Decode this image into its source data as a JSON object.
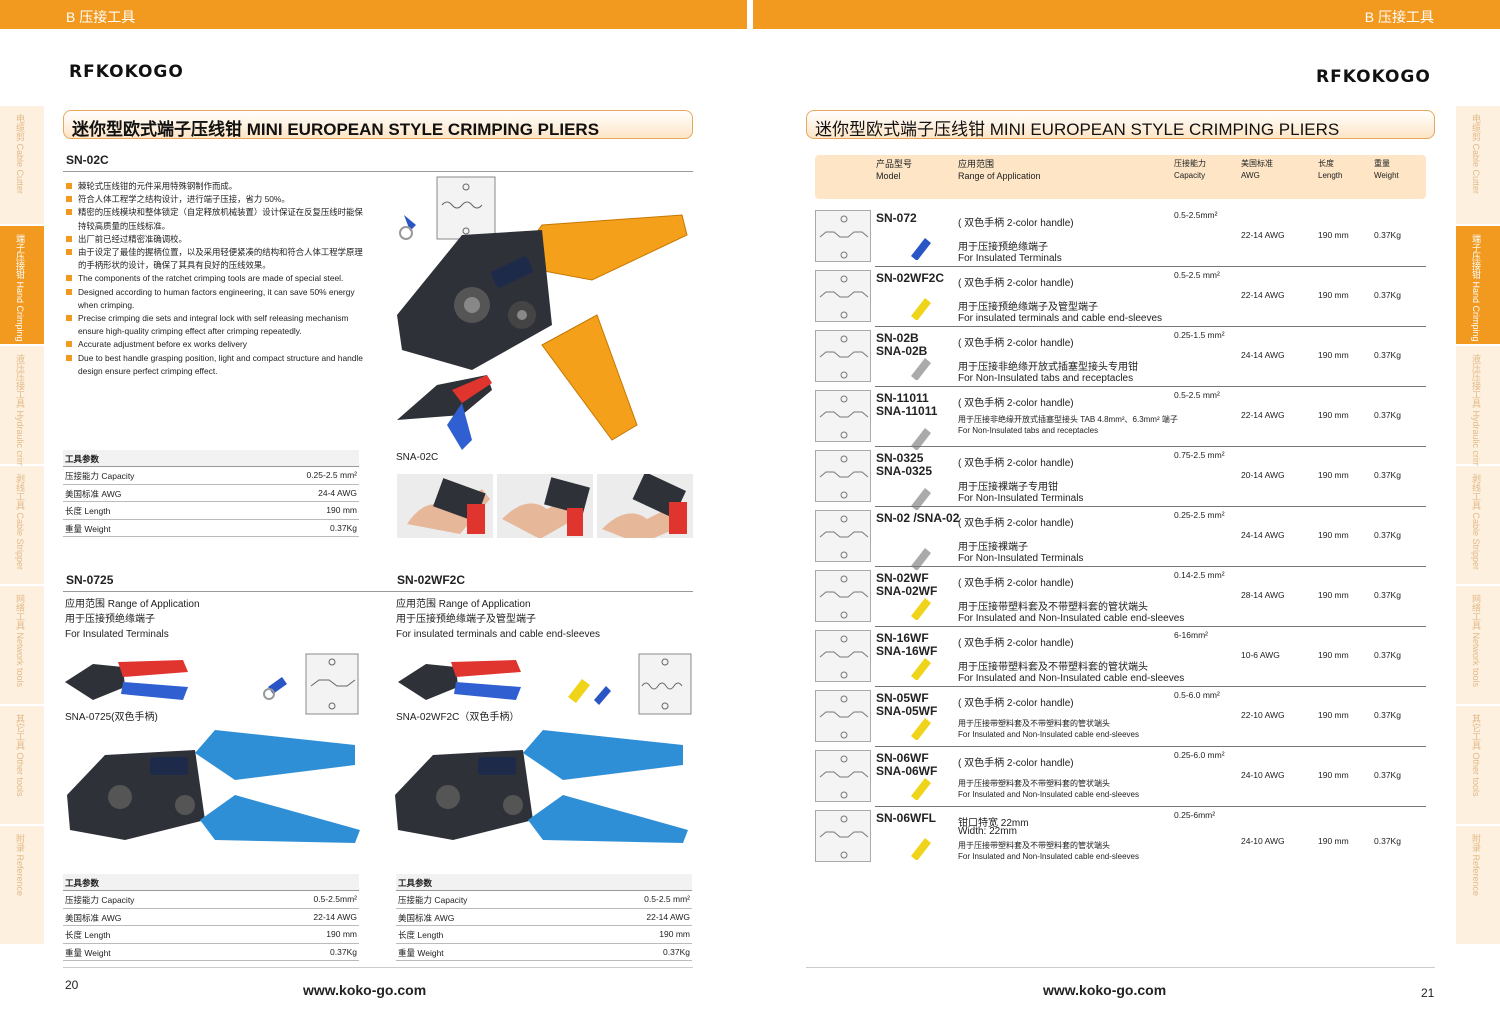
{
  "header": {
    "left_tab": "B 压接工具",
    "right_tab": "B 压接工具"
  },
  "brand": {
    "logo_text": "RFKOKOGO"
  },
  "sidebar": {
    "left": [
      {
        "label": "电缆剪 Cable Cutter"
      },
      {
        "label": "端子压接钳 Hand Crimping Tools"
      },
      {
        "label": "液压压接工具 Hydraulic crimping tools"
      },
      {
        "label": "剥线工具 Cable Stripper"
      },
      {
        "label": "网络工具 Network tools"
      },
      {
        "label": "其它工具 Other tools"
      },
      {
        "label": "附录 Reference"
      }
    ]
  },
  "left_page": {
    "title_cn": "迷你型欧式端子压线钳",
    "title_en": "MINI EUROPEAN STYLE CRIMPING PLIERS",
    "sn02c": {
      "model": "SN-02C",
      "features": [
        "棘轮式压线钳的元件采用特殊钢制作而成。",
        "符合人体工程学之结构设计，进行端子压接，省力 50%。",
        "精密的压线模块和整体锁定（自定释放机械装置）设计保证在反复压线时能保持较高质量的压线标准。",
        "出厂前已经过精密准确调校。",
        "由于设定了最佳的握柄位置，以及采用轻便紧凑的结构和符合人体工程学原理的手柄形状的设计，确保了其具有良好的压线效果。",
        "The components of the ratchet crimping tools are made of special steel.",
        "Designed according to human factors engineering, it can save 50% energy when crimping.",
        "Precise crimping die sets and integral lock with self releasing mechanism ensure high-quality crimping effect after crimping repeatedly.",
        "Accurate adjustment before ex works delivery",
        "Due to best handle grasping position, light and compact structure and handle design ensure perfect crimping effect."
      ],
      "spec_header": "工具参数",
      "specs": [
        {
          "k": "压接能力 Capacity",
          "v": "0.25-2.5 mm²"
        },
        {
          "k": "美国标准 AWG",
          "v": "24-4 AWG"
        },
        {
          "k": "长度 Length",
          "v": "190 mm"
        },
        {
          "k": "重量 Weight",
          "v": "0.37Kg"
        }
      ],
      "caption": "SNA-02C"
    },
    "sn0725": {
      "model": "SN-0725",
      "app_title": "应用范围 Range of Application",
      "app_cn": "用于压接预绝缘端子",
      "app_en": "For Insulated Terminals",
      "caption": "SNA-0725(双色手柄)",
      "spec_header": "工具参数",
      "specs": [
        {
          "k": "压接能力 Capacity",
          "v": "0.5-2.5mm²"
        },
        {
          "k": "美国标准 AWG",
          "v": "22-14 AWG"
        },
        {
          "k": "长度 Length",
          "v": "190 mm"
        },
        {
          "k": "重量 Weight",
          "v": "0.37Kg"
        }
      ]
    },
    "sn02wf2c": {
      "model": "SN-02WF2C",
      "app_title": "应用范围 Range of Application",
      "app_cn": "用于压接预绝缘端子及管型端子",
      "app_en": "For insulated terminals and cable end-sleeves",
      "caption": "SNA-02WF2C（双色手柄）",
      "spec_header": "工具参数",
      "specs": [
        {
          "k": "压接能力 Capacity",
          "v": "0.5-2.5 mm²"
        },
        {
          "k": "美国标准 AWG",
          "v": "22-14 AWG"
        },
        {
          "k": "长度 Length",
          "v": "190 mm"
        },
        {
          "k": "重量 Weight",
          "v": "0.37Kg"
        }
      ]
    },
    "footer_url": "www.koko-go.com",
    "page_number": "20"
  },
  "right_page": {
    "title_cn": "迷你型欧式端子压线钳",
    "title_en": "MINI EUROPEAN STYLE CRIMPING PLIERS",
    "table_header": {
      "model": "产品型号\nModel",
      "range": "应用范围\nRange of Application",
      "capacity": "压接能力\nCapacity",
      "awg": "美国标准\nAWG",
      "length": "长度\nLength",
      "weight": "重量\nWeight"
    },
    "rows": [
      {
        "model": "SN-072",
        "handle": "( 双色手柄 2-color handle)",
        "zh": "用于压接预绝缘端子",
        "en": "For Insulated Terminals",
        "cap": "0.5-2.5mm²",
        "awg": "22-14 AWG",
        "len": "190 mm",
        "wt": "0.37Kg"
      },
      {
        "model": "SN-02WF2C",
        "handle": "( 双色手柄 2-color handle)",
        "zh": "用于压接预绝缘端子及管型端子",
        "en": "For insulated terminals and cable end-sleeves",
        "cap": "0.5-2.5 mm²",
        "awg": "22-14 AWG",
        "len": "190 mm",
        "wt": "0.37Kg"
      },
      {
        "model": "SN-02B\nSNA-02B",
        "handle": "( 双色手柄 2-color handle)",
        "zh": "用于压接非绝缘开放式插塞型接头专用钳",
        "en": "For Non-Insulated tabs and receptacles",
        "cap": "0.25-1.5 mm²",
        "awg": "24-14 AWG",
        "len": "190 mm",
        "wt": "0.37Kg"
      },
      {
        "model": "SN-11011\nSNA-11011",
        "handle": "( 双色手柄 2-color handle)",
        "zh": "用于压接非绝缘开放式插塞型接头 TAB 4.8mm²、6.3mm² 端子",
        "en": "For Non-Insulated tabs and receptacles",
        "cap": "0.5-2.5 mm²",
        "awg": "22-14 AWG",
        "len": "190 mm",
        "wt": "0.37Kg"
      },
      {
        "model": "SN-0325\nSNA-0325",
        "handle": "( 双色手柄 2-color handle)",
        "zh": "用于压接裸端子专用钳",
        "en": "For Non-Insulated Terminals",
        "cap": "0.75-2.5 mm²",
        "awg": "20-14 AWG",
        "len": "190 mm",
        "wt": "0.37Kg"
      },
      {
        "model": "SN-02 /SNA-02",
        "handle": "( 双色手柄 2-color handle)",
        "zh": "用于压接裸端子",
        "en": "For Non-Insulated Terminals",
        "cap": "0.25-2.5 mm²",
        "awg": "24-14 AWG",
        "len": "190 mm",
        "wt": "0.37Kg"
      },
      {
        "model": "SN-02WF\nSNA-02WF",
        "handle": "( 双色手柄 2-color handle)",
        "zh": "用于压接带塑料套及不带塑料套的管状端头",
        "en": "For Insulated and Non-Insulated cable end-sleeves",
        "cap": "0.14-2.5 mm²",
        "awg": "28-14 AWG",
        "len": "190 mm",
        "wt": "0.37Kg"
      },
      {
        "model": "SN-16WF\nSNA-16WF",
        "handle": "( 双色手柄 2-color handle)",
        "zh": "用于压接带塑料套及不带塑料套的管状端头",
        "en": "For Insulated and Non-Insulated cable end-sleeves",
        "cap": "6-16mm²",
        "awg": "10-6 AWG",
        "len": "190 mm",
        "wt": "0.37Kg"
      },
      {
        "model": "SN-05WF\nSNA-05WF",
        "handle": "( 双色手柄 2-color handle)",
        "zh": "用于压接带塑料套及不带塑料套的管状端头",
        "en": "For Insulated and Non-Insulated cable end-sleeves",
        "cap": "0.5-6.0 mm²",
        "awg": "22-10 AWG",
        "len": "190 mm",
        "wt": "0.37Kg"
      },
      {
        "model": "SN-06WF\nSNA-06WF",
        "handle": "( 双色手柄 2-color handle)",
        "zh": "用于压接带塑料套及不带塑料套的管状端头",
        "en": "For Insulated and Non-Insulated cable end-sleeves",
        "cap": "0.25-6.0 mm²",
        "awg": "24-10 AWG",
        "len": "190 mm",
        "wt": "0.37Kg"
      },
      {
        "model": "SN-06WFL",
        "handle": "钳口特宽 22mm",
        "width": "Width: 22mm",
        "zh": "用于压接带塑料套及不带塑料套的管状端头",
        "en": "For Insulated and Non-Insulated cable end-sleeves",
        "cap": "0.25-6mm²",
        "awg": "24-10 AWG",
        "len": "190 mm",
        "wt": "0.37Kg"
      }
    ],
    "footer_url": "www.koko-go.com",
    "page_number": "21"
  },
  "colors": {
    "accent": "#f29a1f",
    "tab_bg": "#fdf0de"
  }
}
